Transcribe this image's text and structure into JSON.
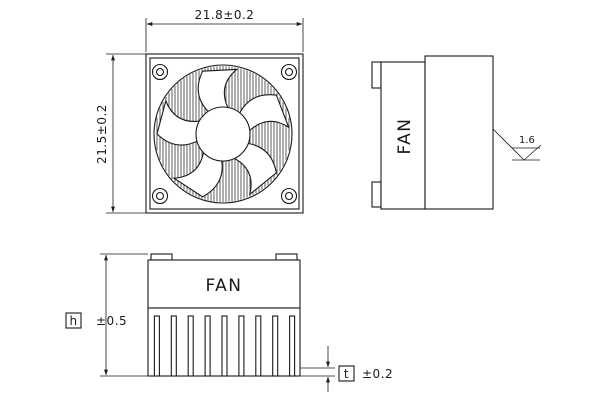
{
  "front_view": {
    "width_dim": "21.8±0.2",
    "height_dim": "21.5±0.2"
  },
  "side_view": {
    "label": "FAN",
    "surface_finish": "1.6"
  },
  "bottom_view": {
    "label": "FAN",
    "height_symbol": "h",
    "height_tolerance": "±0.5",
    "thickness_symbol": "t",
    "thickness_tolerance": "±0.2"
  },
  "colors": {
    "ink": "#1a1a1a",
    "background": "#ffffff"
  }
}
